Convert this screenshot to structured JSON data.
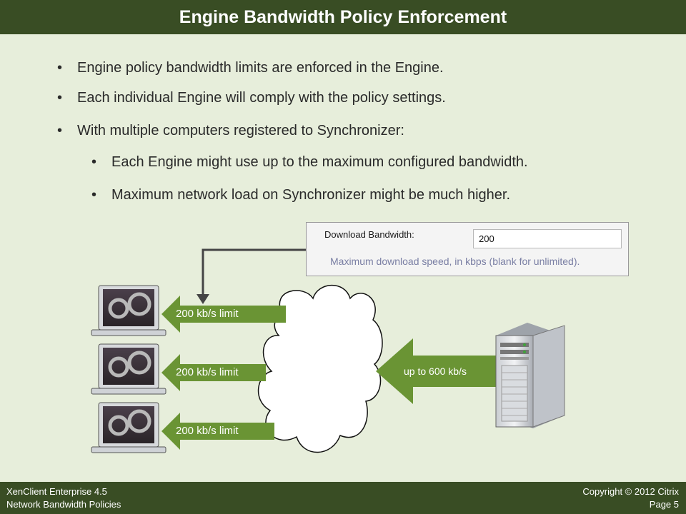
{
  "header": {
    "title": "Engine Bandwidth Policy Enforcement"
  },
  "bullets": [
    {
      "text": "Engine policy bandwidth limits are enforced in the Engine."
    },
    {
      "text": "Each individual Engine will comply with the policy settings."
    },
    {
      "text": "With multiple computers registered to Synchronizer:"
    }
  ],
  "sub_bullets": [
    {
      "text": "Each Engine might use up to the maximum configured bandwidth."
    },
    {
      "text": "Maximum network load on Synchronizer might be much higher."
    }
  ],
  "bandwidth_panel": {
    "label": "Download Bandwidth:",
    "value": "200",
    "help": "Maximum download speed, in kbps (blank for unlimited)."
  },
  "arrows": {
    "engine_limit_1": "200 kb/s limit",
    "engine_limit_2": "200 kb/s limit",
    "engine_limit_3": "200 kb/s limit",
    "server": "up to 600 kb/s"
  },
  "footer": {
    "left_line1": "XenClient Enterprise 4.5",
    "left_line2": "Network Bandwidth Policies",
    "right_line1": "Copyright © 2012 Citrix",
    "right_line2": "Page 5"
  },
  "colors": {
    "title_bar": "#394d24",
    "background": "#e7eedb",
    "arrow_green": "#6a9434"
  }
}
